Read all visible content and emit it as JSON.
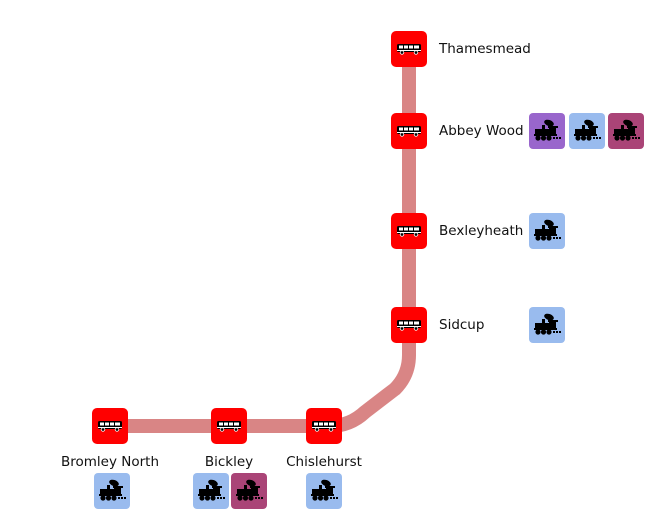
{
  "colors": {
    "line": "#d98585",
    "station": "#ff0000",
    "train_purple": "#9966cc",
    "train_blue": "#99bbee",
    "train_maroon": "#aa4477"
  },
  "stations": [
    {
      "name": "Thamesmead",
      "icon": "bus-icon",
      "trains": []
    },
    {
      "name": "Abbey Wood",
      "icon": "bus-icon",
      "trains": [
        "purple",
        "blue",
        "maroon"
      ]
    },
    {
      "name": "Bexleyheath",
      "icon": "bus-icon",
      "trains": [
        "blue"
      ]
    },
    {
      "name": "Sidcup",
      "icon": "bus-icon",
      "trains": [
        "blue"
      ]
    },
    {
      "name": "Chislehurst",
      "icon": "bus-icon",
      "trains": [
        "blue"
      ]
    },
    {
      "name": "Bickley",
      "icon": "bus-icon",
      "trains": [
        "blue",
        "maroon"
      ]
    },
    {
      "name": "Bromley North",
      "icon": "bus-icon",
      "trains": [
        "blue"
      ]
    }
  ]
}
